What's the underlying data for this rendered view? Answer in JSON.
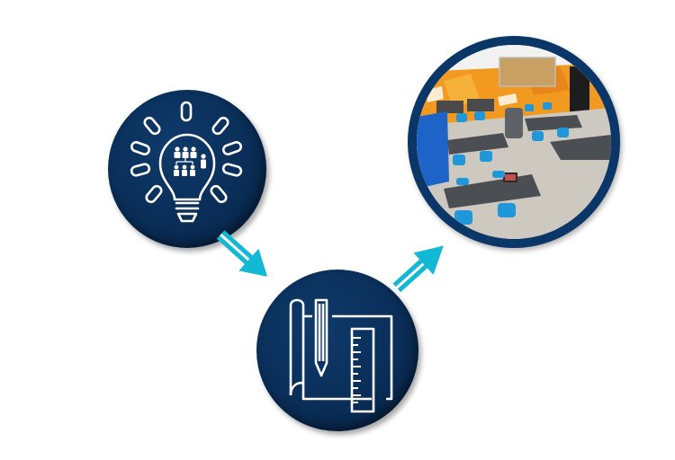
{
  "diagram": {
    "type": "process-flow",
    "colors": {
      "node_fill": "#0a2e58",
      "node_border": "#0b3668",
      "icon_stroke": "#ffffff",
      "arrow": "#13b8d4",
      "background": "#ffffff"
    },
    "nodes": [
      {
        "id": "idea",
        "label": "Idea / planning",
        "icon": "lightbulb-with-org-chart-icon"
      },
      {
        "id": "design",
        "label": "Design",
        "icon": "blueprint-pencil-ruler-icon"
      },
      {
        "id": "result",
        "label": "Finished classroom",
        "icon": "classroom-photo"
      }
    ],
    "edges": [
      {
        "from": "idea",
        "to": "design",
        "direction": "down-right"
      },
      {
        "from": "design",
        "to": "result",
        "direction": "up-right"
      }
    ]
  }
}
